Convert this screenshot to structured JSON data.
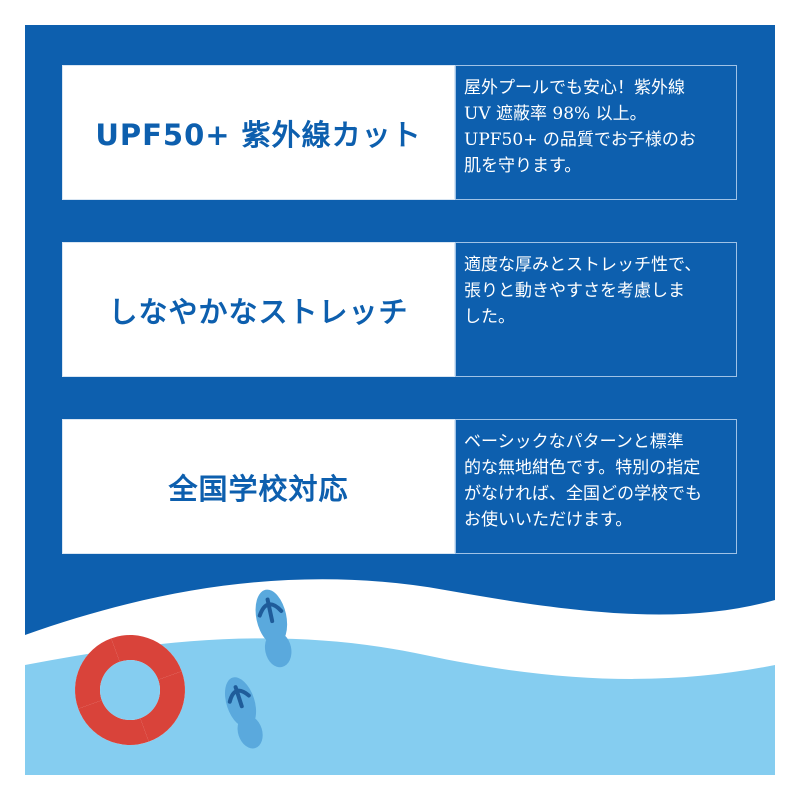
{
  "colors": {
    "brand_blue": "#0d5fae",
    "panel_white": "#ffffff",
    "wave_light": "#85cdf0",
    "wave_white": "#ffffff",
    "float_red": "#d9433a",
    "sandal_blue": "#2f73b8"
  },
  "features": [
    {
      "title": "UPF50+ 紫外線カット",
      "description": "屋外プールでも安心！紫外線\nUV 遮蔽率 98% 以上。\nUPF50+ の品質でお子様のお\n肌を守ります。"
    },
    {
      "title": "しなやかなストレッチ",
      "description": "適度な厚みとストレッチ性で、\n張りと動きやすさを考慮しま\nした。"
    },
    {
      "title": "全国学校対応",
      "description": "ベーシックなパターンと標準\n的な無地紺色です。特別の指定\nがなければ、全国どの学校でも\nお使いいただけます。"
    }
  ],
  "illustration": {
    "icons": [
      "life-ring-icon",
      "flip-flop-icon",
      "flip-flop-icon"
    ]
  }
}
